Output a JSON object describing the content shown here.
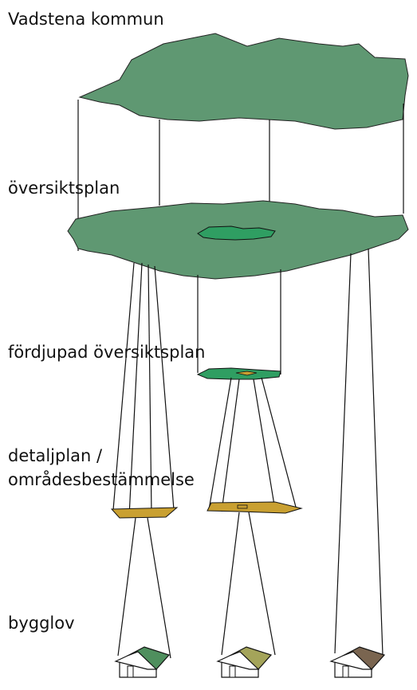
{
  "labels": {
    "municipality": "Vadstena kommun",
    "comprehensive_plan": "översiktsplan",
    "detailed_comprehensive_plan": "fördjupad översiktsplan",
    "detailed_plan_line1": "detaljplan /",
    "detailed_plan_line2": "områdesbestämmelse",
    "building_permit": "bygglov"
  },
  "colors": {
    "municipality_fill": "#5f9872",
    "plan_fill": "#5f9872",
    "focus_area_fill": "#2f9e62",
    "detail_plan_fill": "#c9a031",
    "house_roof_green": "#4f8f5e",
    "house_roof_olive": "#a4a45a",
    "house_roof_brown": "#7a6550",
    "outline": "#111111"
  }
}
